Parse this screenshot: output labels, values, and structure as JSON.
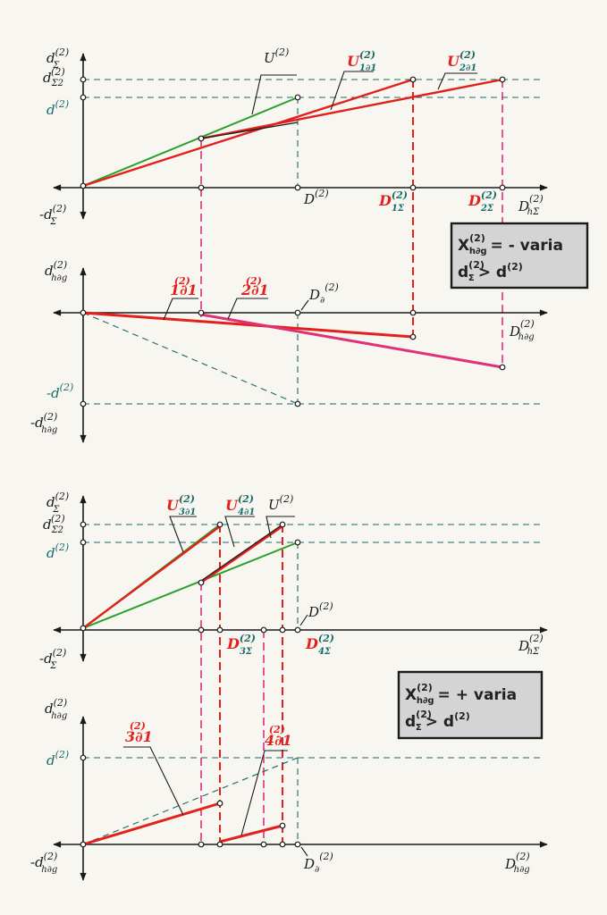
{
  "colors": {
    "axis": "#1a1a1a",
    "dash_teal": "#1a6b66",
    "green": "#2aa02a",
    "red": "#e3201b",
    "pink": "#e0307a",
    "box_bg": "#d4d4d4"
  },
  "panel1": {
    "y_axis_top": "d",
    "y_axis_top_sup": "(2)",
    "y_axis_top_sub": "Σ",
    "y_axis_bottom": "-d",
    "y_axis_bottom_sup": "(2)",
    "y_axis_bottom_sub": "Σ",
    "tick_dsigma2": "d",
    "tick_dsigma2_sup": "(2)",
    "tick_dsigma2_sub": "Σ2",
    "tick_d2": "d",
    "tick_d2_sup": "(2)",
    "x_axis": "D",
    "x_axis_sup": "(2)",
    "x_axis_sub": "hΣ",
    "point_D": "D",
    "point_D_sup": "(2)",
    "point_D1": "D",
    "point_D1_sup": "(2)",
    "point_D1_sub": "1Σ",
    "point_D2": "D",
    "point_D2_sup": "(2)",
    "point_D2_sub": "2Σ",
    "line_U": "U",
    "line_U_sup": "(2)",
    "line_U1": "U",
    "line_U1_sup": "(2)",
    "line_U1_sub": "1∂1",
    "line_U2": "U",
    "line_U2_sup": "(2)",
    "line_U2_sub": "2∂1"
  },
  "panel2": {
    "y_axis_top": "d",
    "y_axis_top_sup": "(2)",
    "y_axis_top_sub": "h∂g",
    "y_axis_bottom": "-d",
    "y_axis_bottom_sup": "(2)",
    "y_axis_bottom_sub": "h∂g",
    "tick_neg_d2": "-d",
    "tick_neg_d2_sup": "(2)",
    "x_axis": "D",
    "x_axis_sup": "(2)",
    "x_axis_sub": "h∂g",
    "point_D": "D",
    "point_D_sup": "(2)",
    "point_D_sub": "∂",
    "line_1": "1∂1",
    "line_1_sup": "(2)",
    "line_2": "2∂1",
    "line_2_sup": "(2)"
  },
  "box1": {
    "x": "X",
    "x_sup": "(2)",
    "x_sub": "h∂g",
    "rel": "= - varia",
    "d": "d",
    "d_sup": "(2)",
    "d_sub": "Σ",
    "gt": "> d",
    "gt_sup": "(2)"
  },
  "panel3": {
    "y_axis_top": "d",
    "y_axis_top_sup": "(2)",
    "y_axis_top_sub": "Σ",
    "y_axis_bottom": "-d",
    "y_axis_bottom_sup": "(2)",
    "y_axis_bottom_sub": "Σ",
    "tick_dsigma2": "d",
    "tick_dsigma2_sup": "(2)",
    "tick_dsigma2_sub": "Σ2",
    "tick_d2": "d",
    "tick_d2_sup": "(2)",
    "x_axis": "D",
    "x_axis_sup": "(2)",
    "x_axis_sub": "hΣ",
    "point_D": "D",
    "point_D_sup": "(2)",
    "point_D3": "D",
    "point_D3_sup": "(2)",
    "point_D3_sub": "3Σ",
    "point_D4": "D",
    "point_D4_sup": "(2)",
    "point_D4_sub": "4Σ",
    "line_U": "U",
    "line_U_sup": "(2)",
    "line_U3": "U",
    "line_U3_sup": "(2)",
    "line_U3_sub": "3∂1",
    "line_U4": "U",
    "line_U4_sup": "(2)",
    "line_U4_sub": "4∂1"
  },
  "panel4": {
    "y_axis_top": "d",
    "y_axis_top_sup": "(2)",
    "y_axis_top_sub": "h∂g",
    "y_axis_bottom": "-d",
    "y_axis_bottom_sup": "(2)",
    "y_axis_bottom_sub": "h∂g",
    "tick_d2": "d",
    "tick_d2_sup": "(2)",
    "x_axis": "D",
    "x_axis_sup": "(2)",
    "x_axis_sub": "h∂g",
    "point_D": "D",
    "point_D_sup": "(2)",
    "point_D_sub": "∂",
    "line_3": "3∂1",
    "line_3_sup": "(2)",
    "line_4": "4∂1",
    "line_4_sup": "(2)"
  },
  "box2": {
    "x": "X",
    "x_sup": "(2)",
    "x_sub": "h∂g",
    "rel": "= + varia",
    "d": "d",
    "d_sup": "(2)",
    "d_sub": "Σ",
    "gt": "> d",
    "gt_sup": "(2)"
  }
}
